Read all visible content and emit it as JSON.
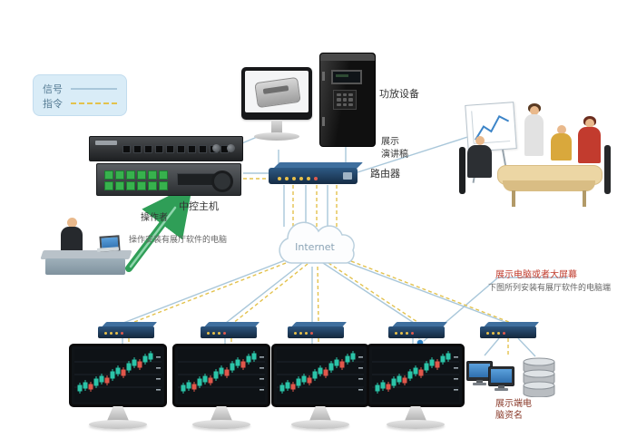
{
  "diagram": {
    "legend": {
      "signal": "信号",
      "command": "指令"
    },
    "nodes": {
      "central_host": "中控主机",
      "operator": "操作者",
      "operator_note": "操作安装有展厅软件的电脑",
      "amplifier": "功放设备",
      "presentation": "展示",
      "speech_script": "演讲稿",
      "router": "路由器",
      "internet": "Internet",
      "display_title": "展示电脑或者大屏幕",
      "display_note": "下图所列安装有展厅软件的电脑端",
      "terminal_note": "展示端电脑资名"
    },
    "colors": {
      "signal_line": "#a9c7da",
      "command_line": "#e3c24d",
      "device_navy": "#24486e",
      "arrow_green": "#2f9e57",
      "candle_up": "#2bc4a8",
      "candle_down": "#e0574b",
      "note_red": "#c03a2b",
      "legend_bg": "#d9ecf7"
    }
  }
}
